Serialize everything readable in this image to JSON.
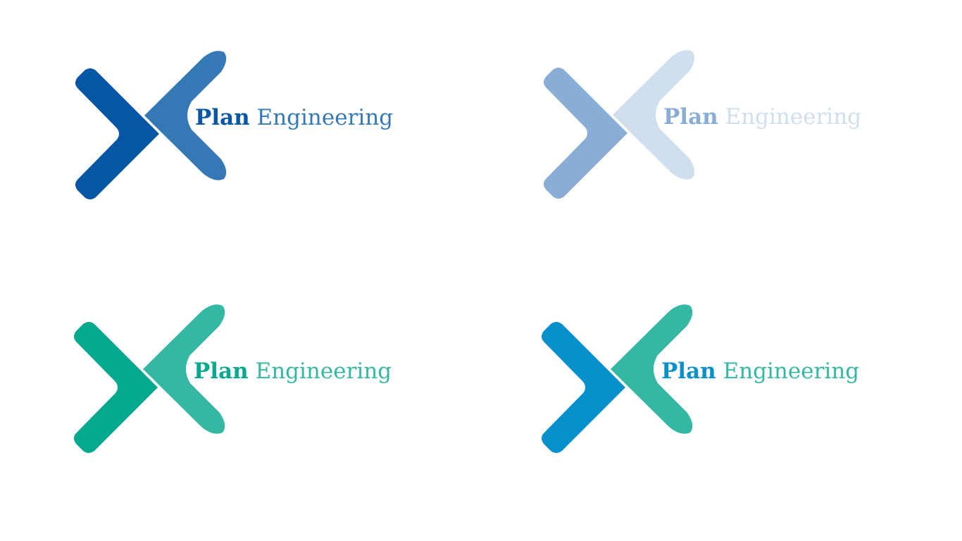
{
  "logos": [
    {
      "variant": "primary-blue",
      "word_bold": "Plan",
      "word_light": "Engineering",
      "color_dark": "#0556a5",
      "color_light": "#3478b5",
      "text_bold_color": "#0556a5",
      "text_light_color": "#3478b5"
    },
    {
      "variant": "pale-blue",
      "word_bold": "Plan",
      "word_light": "Engineering",
      "color_dark": "#8aadd5",
      "color_light": "#cfdfed",
      "text_bold_color": "#8aadd5",
      "text_light_color": "#cfdfed"
    },
    {
      "variant": "teal",
      "word_bold": "Plan",
      "word_light": "Engineering",
      "color_dark": "#05a98f",
      "color_light": "#35b8a3",
      "text_bold_color": "#05a98f",
      "text_light_color": "#35b8a3"
    },
    {
      "variant": "cyan-teal",
      "word_bold": "Plan",
      "word_light": "Engineering",
      "color_dark": "#0890cc",
      "color_light": "#35b8a3",
      "text_bold_color": "#0890cc",
      "text_light_color": "#35b8a3"
    }
  ]
}
